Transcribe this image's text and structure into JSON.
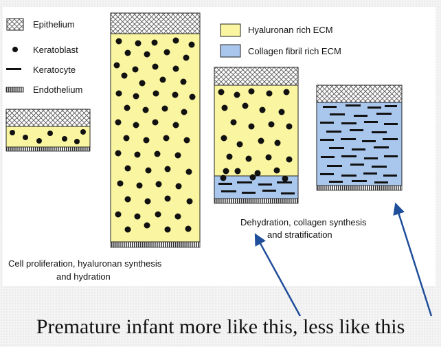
{
  "legend": {
    "epithelium": "Epithelium",
    "keratoblast": "Keratoblast",
    "keratocyte": "Keratocyte",
    "endothelium": "Endothelium",
    "hyaluronan": "Hyaluronan rich ECM",
    "collagen": "Collagen fibril rich ECM"
  },
  "captions": {
    "left_line1": "Cell proliferation, hyaluronan synthesis",
    "left_line2": "and hydration",
    "right_line1": "Dehydration, collagen synthesis",
    "right_line2": "and stratification"
  },
  "bottom_caption": "Premature infant more like this, less like this",
  "colors": {
    "hyaluronan": "#faf5a0",
    "collagen": "#a9c6ec",
    "arrow": "#1f4e9a",
    "outline": "#222222"
  }
}
